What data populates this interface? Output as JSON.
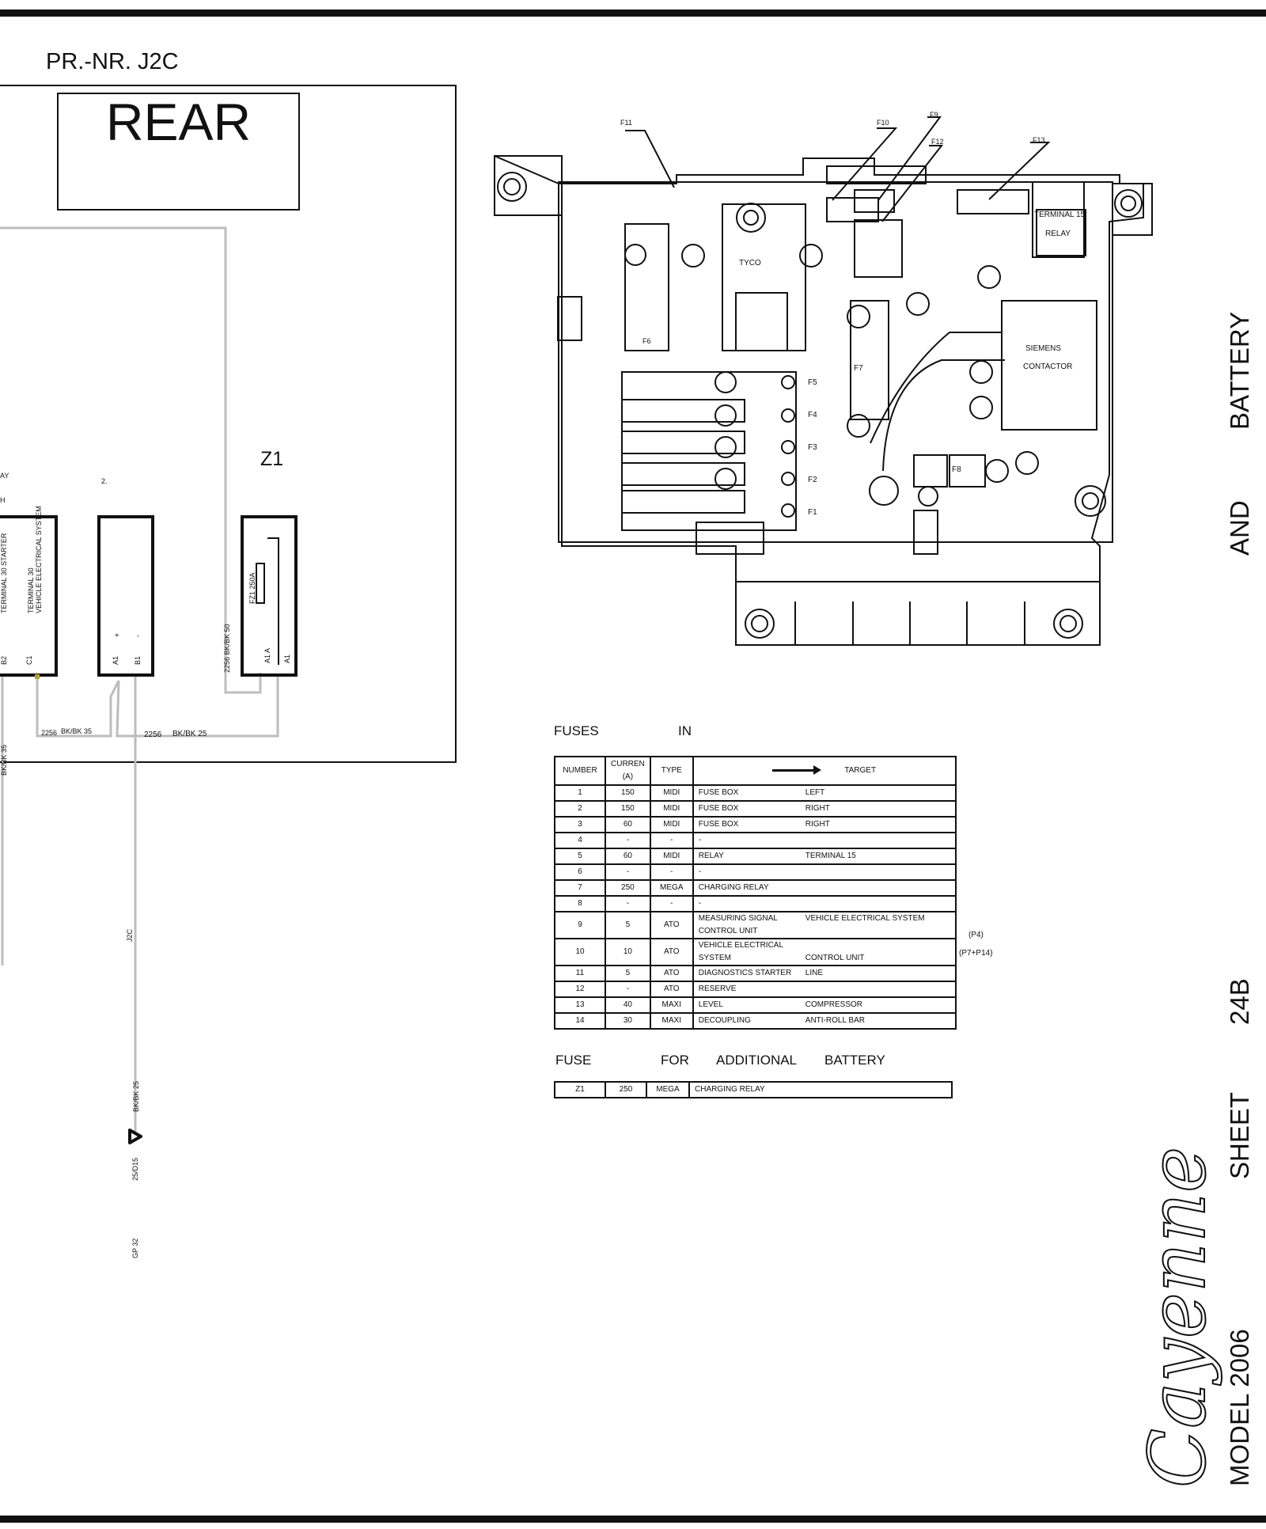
{
  "header": {
    "title": "PR.-NR. J2C",
    "box_title": "REAR"
  },
  "components": {
    "z1_label": "Z1",
    "left_box_partial": {
      "top1": "AY",
      "top2": "H",
      "pins": [
        "B2",
        "C1"
      ],
      "line1": "TERMINAL 30   STARTER",
      "line2": "TERMINAL 30",
      "line3": "VEHICLE ELECTRICAL SYSTEM"
    },
    "battery_box": {
      "label": "2.",
      "pins": [
        "A1",
        "B1"
      ],
      "signs": [
        "+",
        "-"
      ]
    },
    "z1_box": {
      "fuse_text": "FZ1 250A",
      "pins": [
        "A1 A",
        "A1"
      ]
    }
  },
  "wires": {
    "w1": "2256",
    "w1_color": "BK/BK 35",
    "w2": "2256",
    "w2_color": "BK/BK 25",
    "w3": "2256 BK/BK 50",
    "w4": "BK/BK 35",
    "j2c": "J2C",
    "bkbk25": "BK/BK 25",
    "d15": "25/D15",
    "gp": "GP 32"
  },
  "fusebox": {
    "fuse_labels": [
      "F11",
      "F10",
      "F9",
      "F12",
      "F13",
      "F6",
      "F5",
      "F4",
      "F3",
      "F2",
      "F1",
      "F7",
      "F8"
    ],
    "tyco": "TYCO",
    "term15_1": "TERMINAL 15",
    "term15_2": "RELAY",
    "siemens1": "SIEMENS",
    "siemens2": "CONTACTOR"
  },
  "fuse_table": {
    "title_left": "FUSES",
    "title_right": "IN",
    "headers": {
      "number": "NUMBER",
      "current1": "CURREN",
      "current2": "(A)",
      "type": "TYPE",
      "target": "TARGET"
    },
    "rows": [
      [
        "1",
        "150",
        "MIDI",
        "FUSE BOX",
        "LEFT"
      ],
      [
        "2",
        "150",
        "MIDI",
        "FUSE BOX",
        "RIGHT"
      ],
      [
        "3",
        "60",
        "MIDI",
        "FUSE BOX",
        "RIGHT"
      ],
      [
        "4",
        "-",
        "-",
        "-",
        ""
      ],
      [
        "5",
        "60",
        "MIDI",
        "RELAY",
        "TERMINAL 15"
      ],
      [
        "6",
        "-",
        "-",
        "-",
        ""
      ],
      [
        "7",
        "250",
        "MEGA",
        "CHARGING RELAY",
        ""
      ],
      [
        "8",
        "-",
        "-",
        "-",
        ""
      ],
      [
        "9",
        "5",
        "ATO",
        "MEASURING SIGNAL",
        "VEHICLE ELECTRICAL SYSTEM CONTROL UNIT"
      ],
      [
        "10",
        "10",
        "ATO",
        "VEHICLE ELECTRICAL SYSTEM",
        "CONTROL UNIT"
      ],
      [
        "11",
        "5",
        "ATO",
        "DIAGNOSTICS  STARTER",
        "LINE"
      ],
      [
        "12",
        "-",
        "ATO",
        "RESERVE",
        ""
      ],
      [
        "13",
        "40",
        "MAXI",
        "LEVEL",
        "COMPRESSOR"
      ],
      [
        "14",
        "30",
        "MAXI",
        "DECOUPLING",
        "ANTI-ROLL BAR"
      ]
    ],
    "note_p4": "(P4)",
    "note_p7p14": "(P7+P14)",
    "additional_title": [
      "FUSE",
      "FOR",
      "ADDITIONAL",
      "BATTERY"
    ],
    "additional_rows": [
      [
        "Z1",
        "250",
        "MEGA",
        "CHARGING RELAY"
      ]
    ]
  },
  "side": {
    "battery": "BATTERY",
    "and": "AND",
    "num": "24B",
    "sheet": "SHEET",
    "model": "MODEL 2006",
    "logo": "Cayenne"
  }
}
